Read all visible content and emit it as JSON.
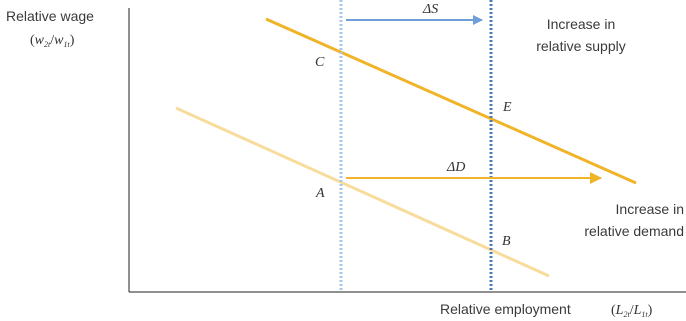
{
  "y_axis": {
    "label_line1": "Relative wage",
    "math_open": "(",
    "math_w": "w",
    "math_sub_num": "2t",
    "math_slash": "/",
    "math_sub_den": "1t",
    "math_close": ")"
  },
  "x_axis": {
    "label_text": "Relative employment",
    "math_open": "(",
    "math_L": "L",
    "math_sub_num": "2t",
    "math_slash": "/",
    "math_sub_den": "1t",
    "math_close": ")"
  },
  "annotations": {
    "supply_line1": "Increase in",
    "supply_line2": "relative supply",
    "demand_line1": "Increase in",
    "demand_line2": "relative demand",
    "delta_s": "ΔS",
    "delta_d": "ΔD"
  },
  "points": {
    "A": "A",
    "B": "B",
    "C": "C",
    "E": "E"
  },
  "colors": {
    "demand_new": "#f0b429",
    "demand_old": "#f8dc9c",
    "supply_old": "#a9c6e8",
    "supply_new": "#4a78b8",
    "arrow_supply": "#6f9fd8",
    "arrow_demand": "#f0b429",
    "axis": "#222222"
  }
}
